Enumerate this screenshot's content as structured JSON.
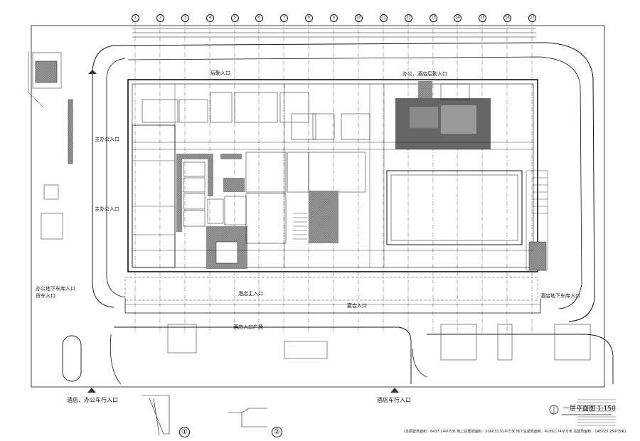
{
  "labels": {
    "office_entrance_1": "主办公入口",
    "office_entrance_2": "主办公入口",
    "hotel_office_top": "办公、酒店后勤入口",
    "service_entrance_top": "后勤入口",
    "hotel_main_entrance": "酒店主入口",
    "banquet_entrance": "宴会入口",
    "hotel_plaza_entrance": "酒店入口广场",
    "hotel_underground_right": "酒店地下车库入口",
    "office_underground_line1": "办公地下车库入口",
    "office_underground_line2": "货车入口",
    "bottom_left_entry": "酒店、办公车行入口",
    "bottom_right_entry": "酒店车行入口",
    "plan_title": "一层平面图  1:150",
    "stats_line": "(本层建筑面积：6437.14平方米    地上总建筑面积：106633.51平方米    地下总建筑面积：41892.74平方米    总建筑面积：148725.25平方米)",
    "detail_1": "①",
    "detail_2": "②"
  },
  "axes_top": [
    "1",
    "2",
    "3",
    "4",
    "5",
    "6",
    "7",
    "8",
    "9",
    "10",
    "11",
    "12",
    "13",
    "14",
    "15",
    "16",
    "17"
  ],
  "colors": {
    "line": "#111111",
    "hatch": "#8a8a8a",
    "dark_hatch": "#555555"
  }
}
